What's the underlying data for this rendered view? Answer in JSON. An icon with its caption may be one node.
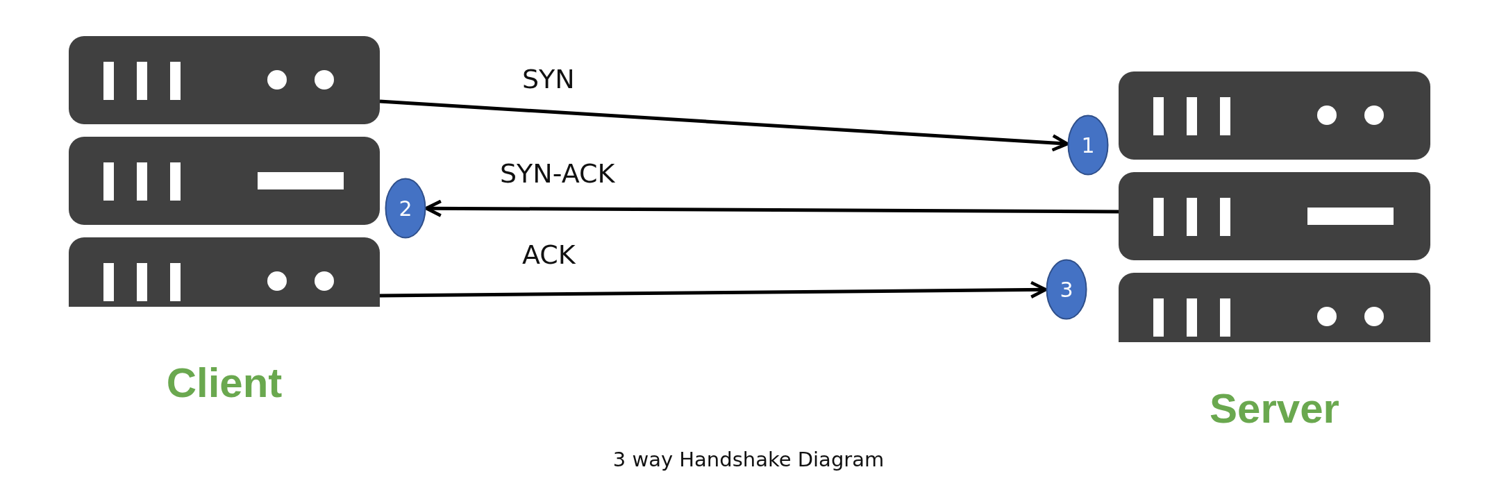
{
  "diagram": {
    "caption": "3 way Handshake Diagram",
    "nodes": [
      {
        "text": [
          "Client"
        ]
      },
      {
        "text": [
          "Server"
        ]
      },
      {
        "text": [
          "1"
        ]
      },
      {
        "text": [
          "2"
        ]
      },
      {
        "text": [
          "3"
        ]
      }
    ],
    "edges": [
      {
        "from": 0,
        "to": 2,
        "arrow": "to",
        "label": "SYN"
      },
      {
        "from": 1,
        "to": 3,
        "arrow": "to",
        "label": "SYN-ACK"
      },
      {
        "from": 0,
        "to": 4,
        "arrow": "to",
        "label": "ACK"
      }
    ]
  }
}
